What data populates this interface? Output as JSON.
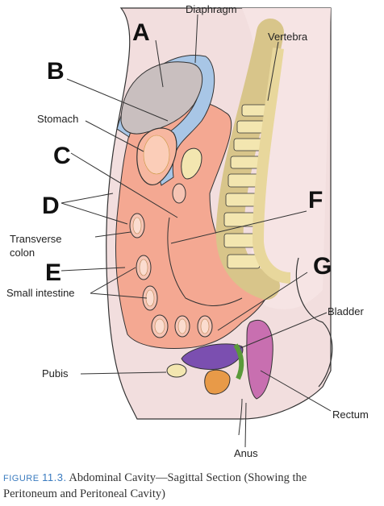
{
  "labels": {
    "diaphragm": "Diaphragm",
    "vertebra": "Vertebra",
    "stomach": "Stomach",
    "transverse_colon_1": "Transverse",
    "transverse_colon_2": "colon",
    "small_intestine": "Small intestine",
    "bladder": "Bladder",
    "pubis": "Pubis",
    "rectum": "Rectum",
    "anus": "Anus"
  },
  "letters": {
    "a": "A",
    "b": "B",
    "c": "C",
    "d": "D",
    "e": "E",
    "f": "F",
    "g": "G"
  },
  "caption": {
    "prefix": "FIGURE",
    "number": "11.3.",
    "line1": "Abdominal Cavity—Sagittal Section (Showing the",
    "line2": "Peritoneum and Peritoneal Cavity)"
  },
  "colors": {
    "body": "#f2dede",
    "peritoneal": "#f4a892",
    "liver": "#c9bfbf",
    "diaphragm_blue": "#a8c6e6",
    "bone": "#f3e6b0",
    "stomach_inner": "#f7b7a0",
    "bladder": "#7b4fb0",
    "rectum": "#c86fb0",
    "reproductive": "#e89a48"
  }
}
